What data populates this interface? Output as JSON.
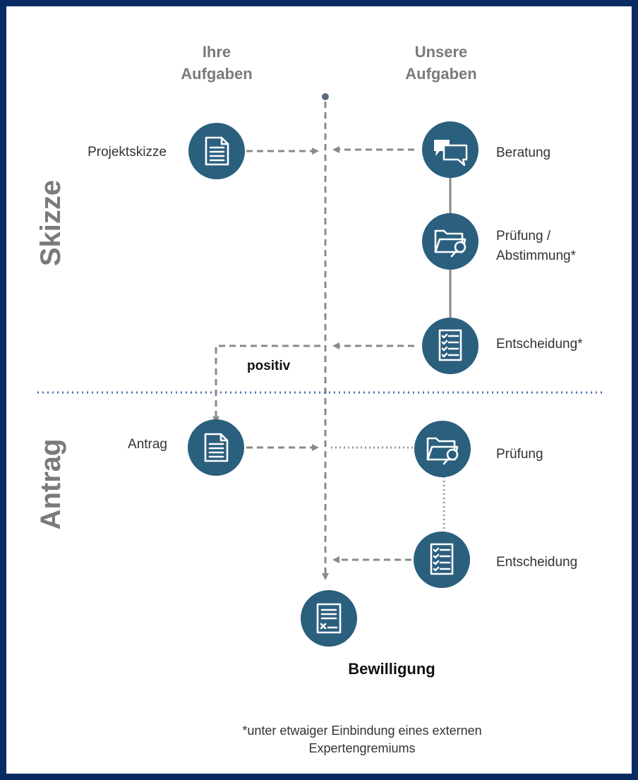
{
  "columns": {
    "left": [
      "Ihre",
      "Aufgaben"
    ],
    "right": [
      "Unsere",
      "Aufgaben"
    ]
  },
  "phases": {
    "skizze": "Skizze",
    "antrag": "Antrag"
  },
  "steps": {
    "projektskizze": "Projektskizze",
    "beratung": "Beratung",
    "pruefung1_line1": "Prüfung /",
    "pruefung1_line2": "Abstimmung*",
    "entscheidung1": "Entscheidung*",
    "positiv": "positiv",
    "antrag": "Antrag",
    "pruefung2": "Prüfung",
    "entscheidung2": "Entscheidung",
    "bewilligung": "Bewilligung"
  },
  "footnote": [
    "*unter etwaiger Einbindung eines externen",
    "Expertengremiums"
  ],
  "colors": {
    "frame": "#0a2a63",
    "icon_circle": "#2b5f7e",
    "divider": "#4a6fb5",
    "label_gray": "#7a7a7a"
  },
  "icons": {
    "projektskizze": "document-icon",
    "beratung": "chat-bubbles-icon",
    "pruefung1": "folder-search-icon",
    "entscheidung1": "checklist-icon",
    "antrag": "document-icon",
    "pruefung2": "folder-search-icon",
    "entscheidung2": "checklist-icon",
    "bewilligung": "signed-document-icon"
  }
}
